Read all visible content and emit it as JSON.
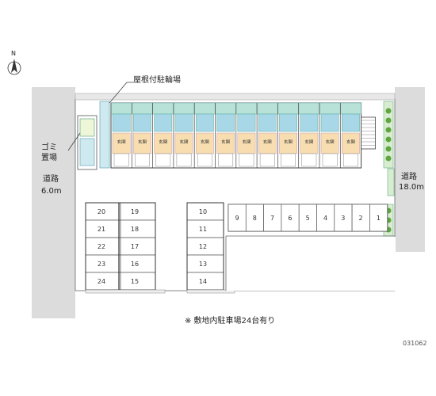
{
  "north_symbol": "N",
  "bicycle_roof_label": "屋根付駐輪場",
  "trash_area_label": [
    "ゴミ",
    "置場"
  ],
  "road_left": {
    "label": "道路",
    "width": "6.0m"
  },
  "road_right": {
    "label": "道路",
    "width": "18.0m"
  },
  "parking_left_col_a": [
    "20",
    "21",
    "22",
    "23",
    "24"
  ],
  "parking_left_col_b": [
    "19",
    "18",
    "17",
    "16",
    "15"
  ],
  "parking_center": [
    "10",
    "11",
    "12",
    "13",
    "14"
  ],
  "parking_row": [
    "9",
    "8",
    "7",
    "6",
    "5",
    "4",
    "3",
    "2",
    "1"
  ],
  "unit_door_label": "玄関",
  "unit_count": 12,
  "footnote": "※ 敷地内駐車場24台有り",
  "drawing_code": "031062",
  "colors": {
    "road": "#dcdcdc",
    "site": "#f4f4f4",
    "unit_floor": "#f7ddb0",
    "wet_area": "#a8d8e8",
    "balcony": "#b8e2d8",
    "greenery": "#5fa640"
  }
}
